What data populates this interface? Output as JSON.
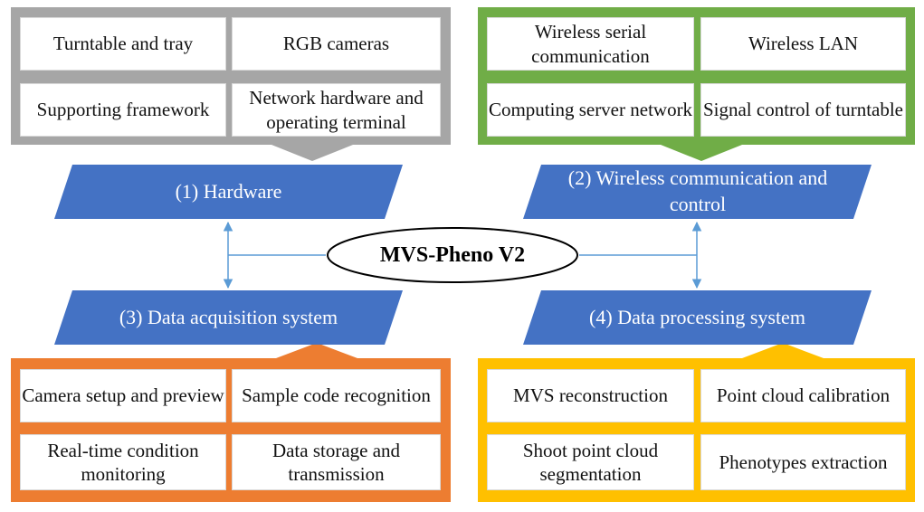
{
  "center": {
    "title": "MVS-Pheno V2"
  },
  "modules": [
    {
      "label": "(1) Hardware",
      "color": "#4472c4"
    },
    {
      "label": "(2) Wireless communication and control",
      "color": "#4472c4"
    },
    {
      "label": "(3) Data acquisition system",
      "color": "#4472c4"
    },
    {
      "label": "(4) Data processing system",
      "color": "#4472c4"
    }
  ],
  "panels": {
    "hardware": {
      "color": "#a6a6a6",
      "items": [
        "Turntable and tray",
        "RGB cameras",
        "Supporting framework",
        "Network hardware and operating terminal"
      ]
    },
    "communication": {
      "color": "#70ad47",
      "items": [
        "Wireless serial communication",
        "Wireless LAN",
        "Computing server network",
        "Signal control of turntable"
      ]
    },
    "acquisition": {
      "color": "#ed7d31",
      "items": [
        "Camera setup and preview",
        "Sample code recognition",
        "Real-time condition monitoring",
        "Data storage and transmission"
      ]
    },
    "processing": {
      "color": "#ffc000",
      "items": [
        "MVS reconstruction",
        "Point cloud calibration",
        "Shoot point cloud segmentation",
        "Phenotypes extraction"
      ]
    }
  }
}
